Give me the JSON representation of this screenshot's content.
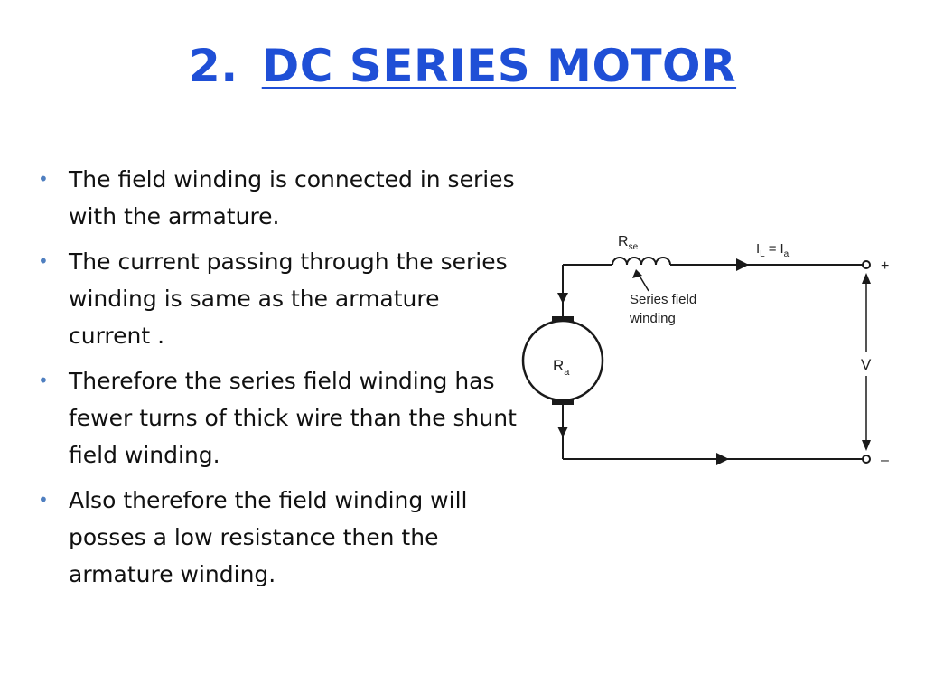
{
  "title": {
    "number": "2.",
    "text": "DC SERIES MOTOR"
  },
  "bullets": [
    "The field winding is connected in series with the armature.",
    "The current passing through the series winding is same as the armature current .",
    "Therefore the series field winding has fewer turns of thick wire than the shunt field winding.",
    "Also therefore the field winding will posses a low resistance then the armature winding."
  ],
  "diagram": {
    "rse_label": "R",
    "rse_sub": "se",
    "current_label": "I",
    "current_sub_l": "L",
    "current_eq": "=",
    "current_a": "I",
    "current_sub_a": "a",
    "plus": "+",
    "minus": "–",
    "voltage": "V",
    "winding_line1": "Series field",
    "winding_line2": "winding",
    "ra_label": "R",
    "ra_sub": "a"
  },
  "colors": {
    "title": "#1f4fd6",
    "bullet_marker": "#4f7fc0",
    "text": "#111111",
    "circuit": "#1a1a1a"
  }
}
